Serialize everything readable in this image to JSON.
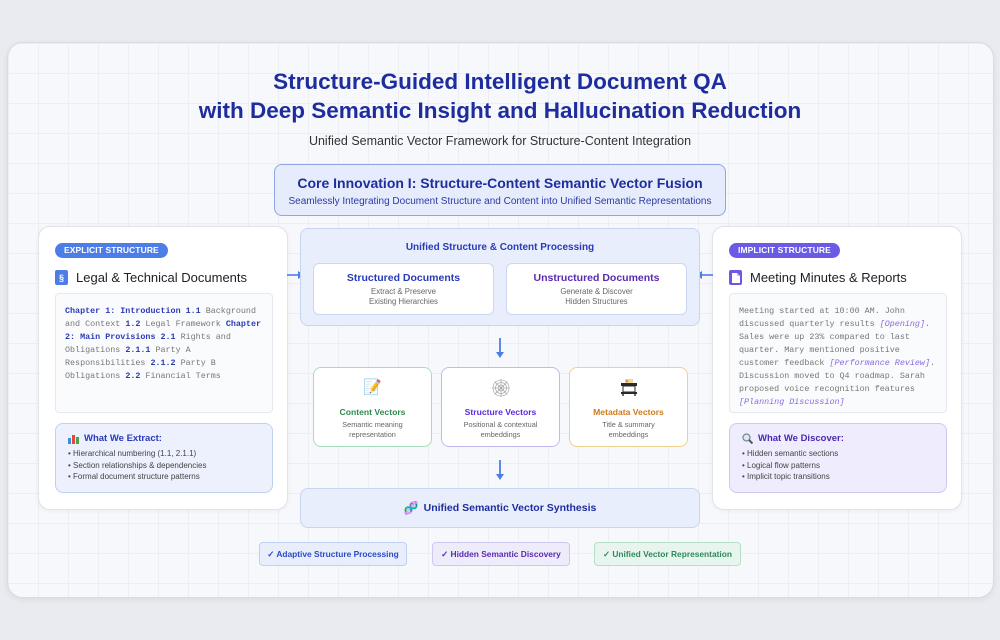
{
  "header": {
    "title_line1": "Structure-Guided Intelligent Document QA",
    "title_line2": "with Deep Semantic Insight and Hallucination Reduction",
    "subtitle": "Unified Semantic Vector Framework for Structure-Content Integration"
  },
  "core_innovation": {
    "title": "Core Innovation I: Structure-Content Semantic Vector Fusion",
    "subtitle": "Seamlessly Integrating Document Structure and Content into Unified Semantic Representations"
  },
  "left_panel": {
    "badge": "EXPLICIT STRUCTURE",
    "icon": "section-sign-icon",
    "icon_glyph": "§",
    "title": "Legal & Technical Documents",
    "sample_segments": [
      {
        "text": "Chapter 1: Introduction 1.1",
        "bold": true
      },
      {
        "text": " Background and Context ",
        "bold": false
      },
      {
        "text": "1.2",
        "bold": true
      },
      {
        "text": " Legal Framework ",
        "bold": false
      },
      {
        "text": "Chapter 2: Main Provisions 2.1",
        "bold": true
      },
      {
        "text": " Rights and Obligations ",
        "bold": false
      },
      {
        "text": "2.1.1",
        "bold": true
      },
      {
        "text": " Party A Responsibilities ",
        "bold": false
      },
      {
        "text": "2.1.2",
        "bold": true
      },
      {
        "text": " Party B Obligations ",
        "bold": false
      },
      {
        "text": "2.2",
        "bold": true
      },
      {
        "text": " Financial Terms",
        "bold": false
      }
    ],
    "info": {
      "icon": "bar-chart-icon",
      "title": "What We Extract:",
      "items": [
        "Hierarchical numbering (1.1, 2.1.1)",
        "Section relationships & dependencies",
        "Formal document structure patterns"
      ]
    }
  },
  "right_panel": {
    "badge": "IMPLICIT STRUCTURE",
    "icon": "document-icon",
    "title": "Meeting Minutes & Reports",
    "sample_segments": [
      {
        "text": "Meeting started at 10:00 AM. John discussed quarterly results ",
        "tag": false
      },
      {
        "text": "[Opening]",
        "tag": true
      },
      {
        "text": ". Sales were up 23% compared to last quarter. Mary mentioned positive customer feedback ",
        "tag": false
      },
      {
        "text": "[Performance Review]",
        "tag": true
      },
      {
        "text": ". Discussion moved to Q4 roadmap. Sarah proposed voice recognition features ",
        "tag": false
      },
      {
        "text": "[Planning Discussion]",
        "tag": true
      }
    ],
    "info": {
      "icon": "magnifier-icon",
      "title": "What We Discover:",
      "items": [
        "Hidden semantic sections",
        "Logical flow patterns",
        "Implicit topic transitions"
      ]
    }
  },
  "processing": {
    "title": "Unified Structure & Content Processing",
    "structured": {
      "title": "Structured Documents",
      "line1": "Extract & Preserve",
      "line2": "Existing Hierarchies",
      "color": "#2a3ab8"
    },
    "unstructured": {
      "title": "Unstructured Documents",
      "line1": "Generate & Discover",
      "line2": "Hidden Structures",
      "color": "#5a2ab0"
    }
  },
  "vectors": [
    {
      "icon": "memo-pencil-icon",
      "glyph": "📝",
      "title": "Content Vectors",
      "line1": "Semantic meaning",
      "line2": "representation",
      "color": "#2e8a4e",
      "border": "#a9dcbc"
    },
    {
      "icon": "web-network-icon",
      "glyph": "🕸",
      "title": "Structure Vectors",
      "line1": "Positional & contextual",
      "line2": "embeddings",
      "color": "#5a2ae0",
      "border": "#c3b8f0"
    },
    {
      "icon": "printer-icon",
      "glyph": "🖨",
      "title": "Metadata Vectors",
      "line1": "Title & summary",
      "line2": "embeddings",
      "color": "#d07a1a",
      "border": "#f0d08a"
    }
  ],
  "synthesis": {
    "icon": "dna-icon",
    "glyph": "🧬",
    "label": "Unified Semantic Vector Synthesis"
  },
  "pills": [
    {
      "label": "✓ Adaptive Structure Processing",
      "color": "#2a4ac8",
      "bg": "#e8eefb",
      "border": "#bfd0f3"
    },
    {
      "label": "✓ Hidden Semantic Discovery",
      "color": "#5a2ab0",
      "bg": "#eeebfb",
      "border": "#cfc7f3"
    },
    {
      "label": "✓ Unified Vector Representation",
      "color": "#2e8a5e",
      "bg": "#e7f5ee",
      "border": "#b5e0c8"
    }
  ]
}
